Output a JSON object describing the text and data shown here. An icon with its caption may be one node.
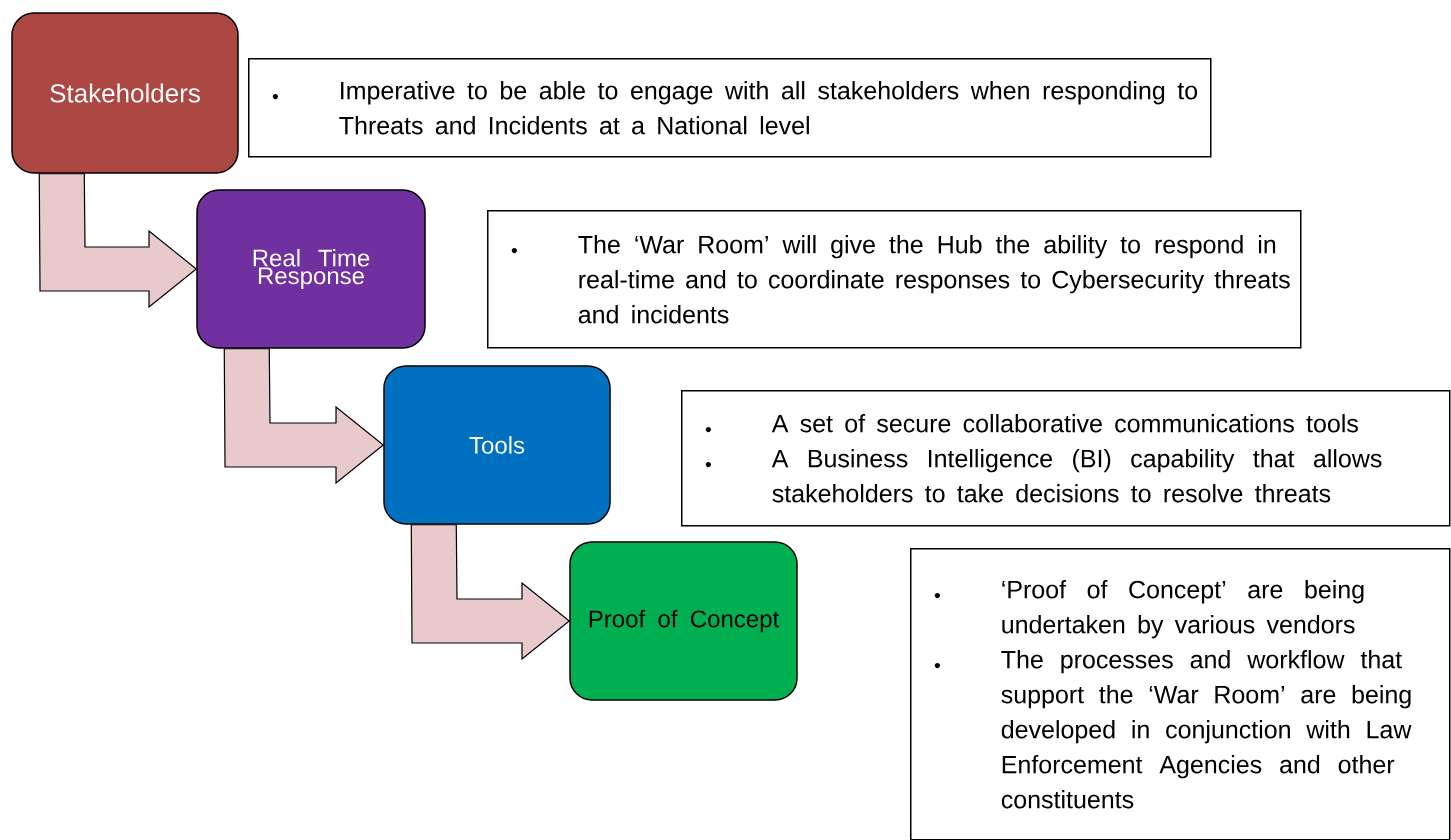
{
  "diagram": {
    "nodes": [
      {
        "text": [
          "Stakeholders"
        ]
      },
      {
        "text": [
          "Real Time Response"
        ]
      },
      {
        "text": [
          "Tools"
        ]
      },
      {
        "text": [
          "Proof of Concept"
        ]
      },
      {
        "text": [
          "Imperative to be able to engage with all stakeholders when responding to Threats and Incidents at a National level"
        ]
      },
      {
        "text": [
          "The ‘War Room’ will give the Hub the ability to respond in real-time and to coordinate responses to Cybersecurity threats and incidents"
        ]
      },
      {
        "text": [
          "A set of secure collaborative communications tools",
          "A Business Intelligence (BI) capability that allows stakeholders to take decisions to resolve threats"
        ]
      },
      {
        "text": [
          "‘Proof of Concept’ are being undertaken by various vendors",
          "The processes and workflow that support the ‘War Room’ are being developed in conjunction with Law Enforcement Agencies and other constituents"
        ]
      }
    ],
    "edges": [
      {
        "from": 0,
        "to": 1,
        "arrow": "to"
      },
      {
        "from": 1,
        "to": 2,
        "arrow": "to"
      },
      {
        "from": 2,
        "to": 3,
        "arrow": "to"
      }
    ]
  }
}
